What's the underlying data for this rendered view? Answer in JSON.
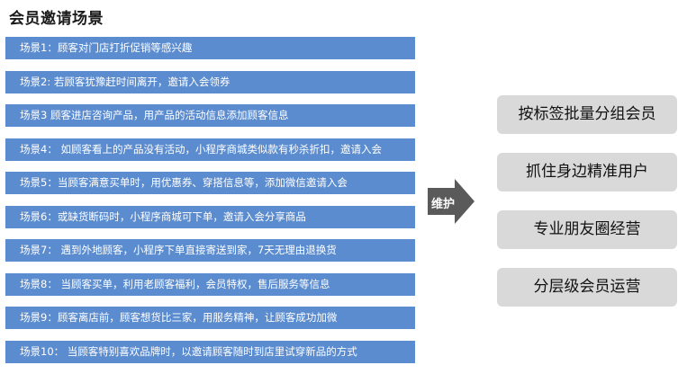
{
  "title": "会员邀请场景",
  "scenarios": [
    "场景1：顾客对门店打折促销等感兴趣",
    "场景2: 若顾客犹豫赶时间离开，邀请入会领券",
    "场景3 顾客进店咨询产品，用产品的活动信息添加顾客信息",
    "场景4： 如顾客看上的产品没有活动，小程序商城类似款有秒杀折扣，邀请入会",
    "场景5：当顾客满意买单时，用优惠券、穿搭信息等，添加微信邀请入会",
    "场景6：或缺货断码时，小程序商城可下单，邀请入会分享商品",
    "场景7： 遇到外地顾客，小程序下单直接寄送到家，7天无理由退换货",
    "场景8： 当顾客买单，利用老顾客福利，会员特权，售后服务等信息",
    "场景9：顾客离店前，顾客想货比三家，用服务精神，让顾客成功加微",
    "场景10： 当顾客特别喜欢品牌时，以邀请顾客随时到店里试穿新品的方式"
  ],
  "arrow_label": "维护",
  "actions": [
    "按标签批量分组会员",
    "抓住身边精准用户",
    "专业朋友圈经营",
    "分层级会员运营"
  ],
  "colors": {
    "scenario_bar": "#5b8ccf",
    "arrow": "#5a5a5a",
    "action_box": "#d9d9d9"
  }
}
